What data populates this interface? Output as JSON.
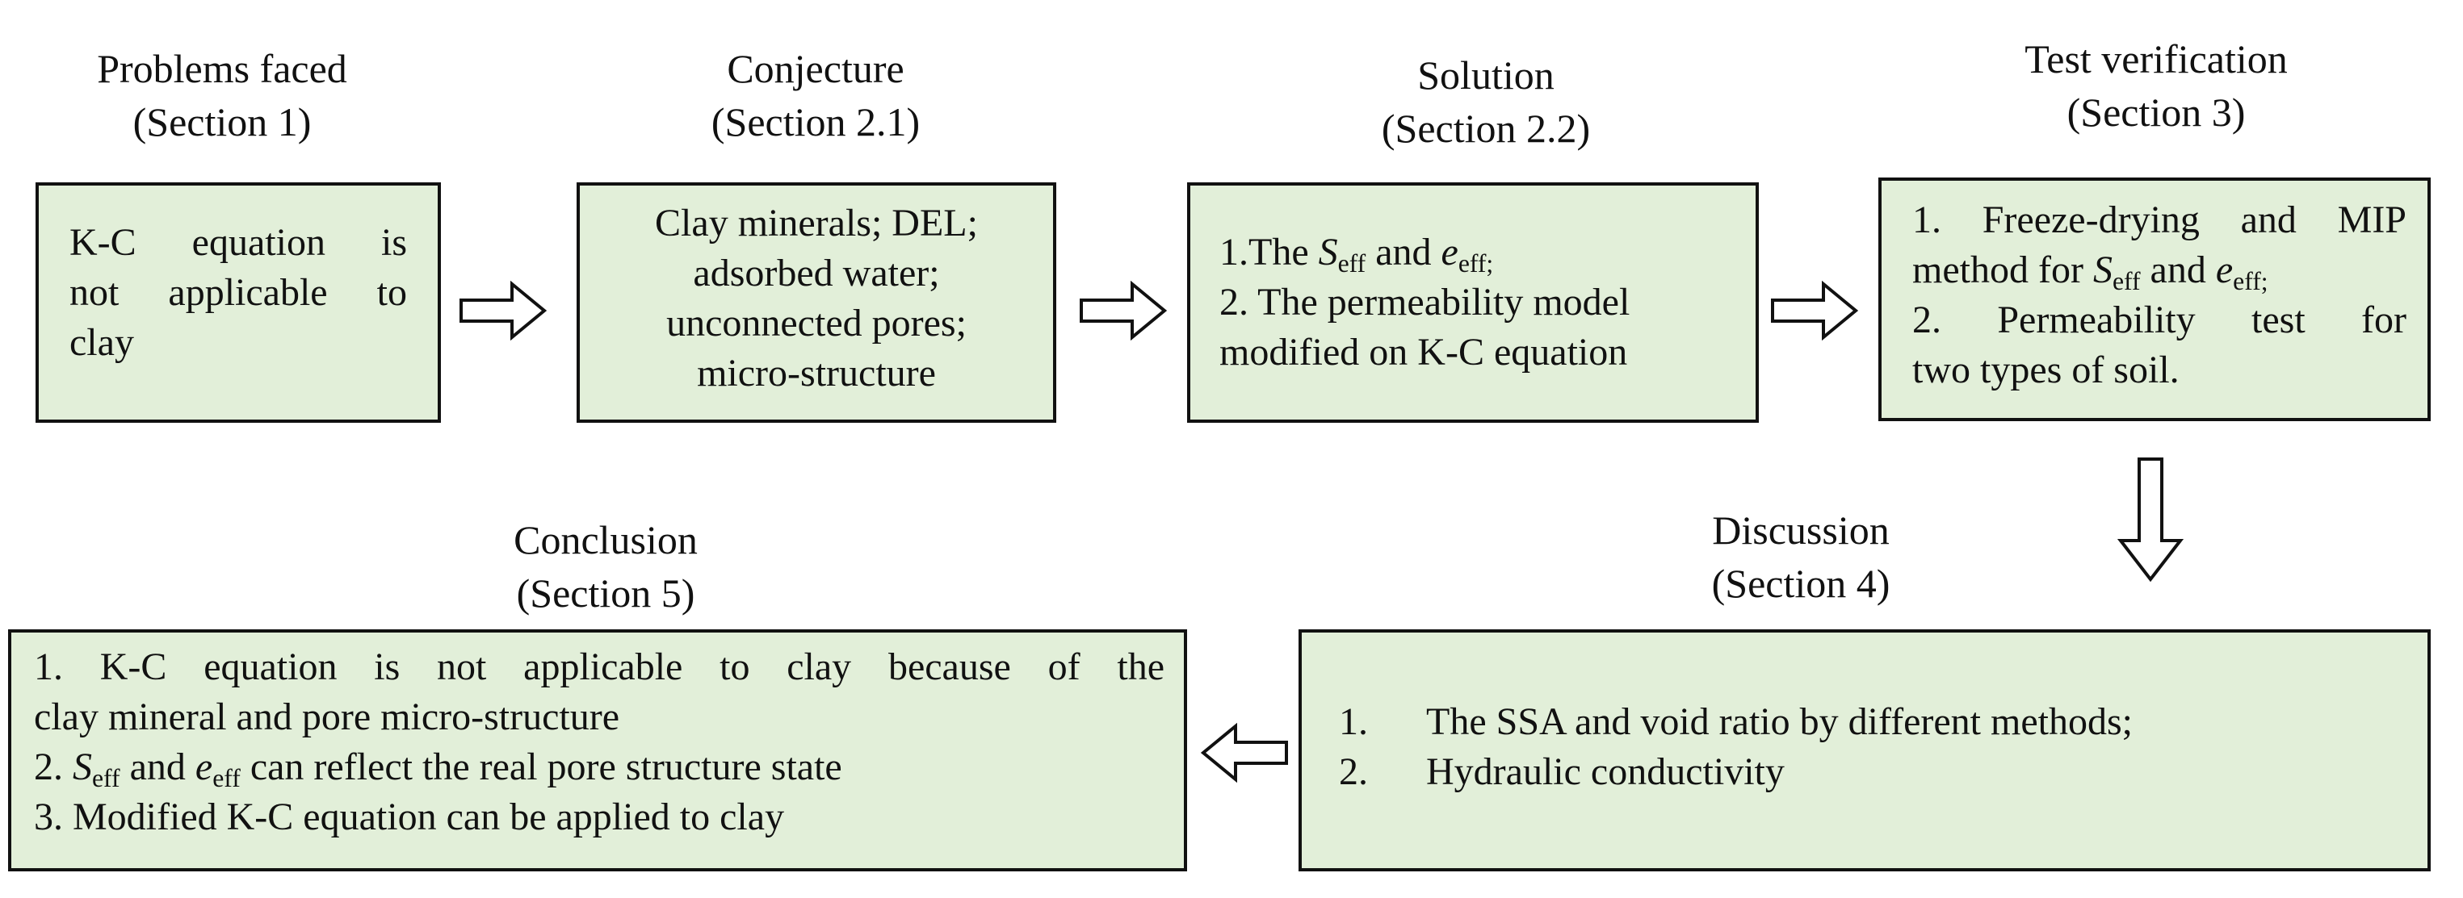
{
  "steps": {
    "problems": {
      "title": "Problems faced",
      "section": "(Section 1)",
      "lines": [
        "K-C equation is",
        "not applicable to",
        "clay"
      ]
    },
    "conjecture": {
      "title": "Conjecture",
      "section": "(Section 2.1)",
      "lines": [
        "Clay minerals; DEL;",
        "adsorbed water;",
        "unconnected pores;",
        "micro-structure"
      ]
    },
    "solution": {
      "title": "Solution",
      "section": "(Section 2.2)",
      "line1_pre": "1.The ",
      "line1_var1": "S",
      "line1_sub1": "eff",
      "line1_mid": " and ",
      "line1_var2": "e",
      "line1_sub2": "eff;",
      "lines": [
        "2. The permeability model",
        "modified on K-C equation"
      ]
    },
    "test": {
      "title": "Test verification",
      "section": "(Section 3)",
      "line1": "1. Freeze-drying and MIP",
      "line2_pre": "method for ",
      "line2_var1": "S",
      "line2_sub1": "eff",
      "line2_mid": " and ",
      "line2_var2": "e",
      "line2_sub2": "eff;",
      "line3": "2. Permeability test for",
      "line4": "two types of soil."
    },
    "discussion": {
      "title": "Discussion",
      "section": "(Section 4)",
      "items": [
        {
          "num": "1.",
          "text": "The SSA  and void ratio by different methods;"
        },
        {
          "num": "2.",
          "text": "Hydraulic conductivity"
        }
      ]
    },
    "conclusion": {
      "title": "Conclusion",
      "section": "(Section 5)",
      "line1": "1. K-C equation is not applicable to clay because of the",
      "line2": "clay mineral and pore micro-structure",
      "line3_pre": "2. ",
      "line3_var1": "S",
      "line3_sub1": "eff",
      "line3_mid": " and ",
      "line3_var2": "e",
      "line3_sub2": "eff",
      "line3_post": " can reflect the real pore structure state",
      "line4": "3. Modified K-C equation can be applied to clay"
    }
  },
  "colors": {
    "box_fill": "#e2efd9",
    "border": "#111111"
  }
}
